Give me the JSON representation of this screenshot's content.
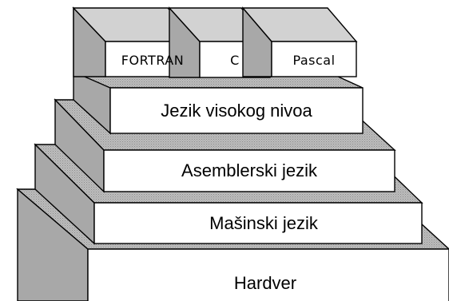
{
  "layers": {
    "languages": [
      "FORTRAN",
      "C",
      "Pascal"
    ],
    "high_level": "Jezik visokog nivoa",
    "assembly": "Asemblerski jezik",
    "machine": "Mašinski jezik",
    "hardware": "Hardver"
  },
  "colors": {
    "shaded_face": "#a8a8a8",
    "top_face": "#d2d2d2",
    "front_face": "#ffffff",
    "outline": "#000000"
  }
}
